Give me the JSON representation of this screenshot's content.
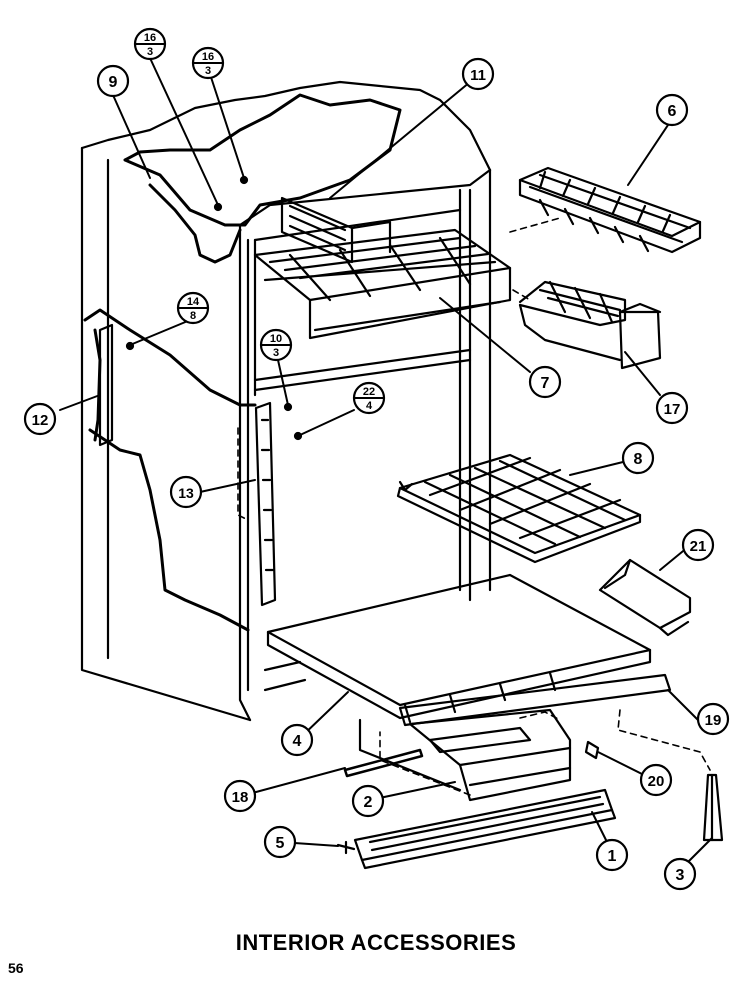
{
  "title": "INTERIOR ACCESSORIES",
  "page_number": "56",
  "callouts": {
    "c1": "1",
    "c2": "2",
    "c3": "3",
    "c4": "4",
    "c5": "5",
    "c6": "6",
    "c7": "7",
    "c8": "8",
    "c9": "9",
    "c11": "11",
    "c12": "12",
    "c13": "13",
    "c17": "17",
    "c18": "18",
    "c19": "19",
    "c20": "20",
    "c21": "21"
  },
  "fractions": {
    "f16a": {
      "top": "16",
      "bottom": "3"
    },
    "f16b": {
      "top": "16",
      "bottom": "3"
    },
    "f14": {
      "top": "14",
      "bottom": "8"
    },
    "f10": {
      "top": "10",
      "bottom": "3"
    },
    "f22": {
      "top": "22",
      "bottom": "4"
    }
  }
}
